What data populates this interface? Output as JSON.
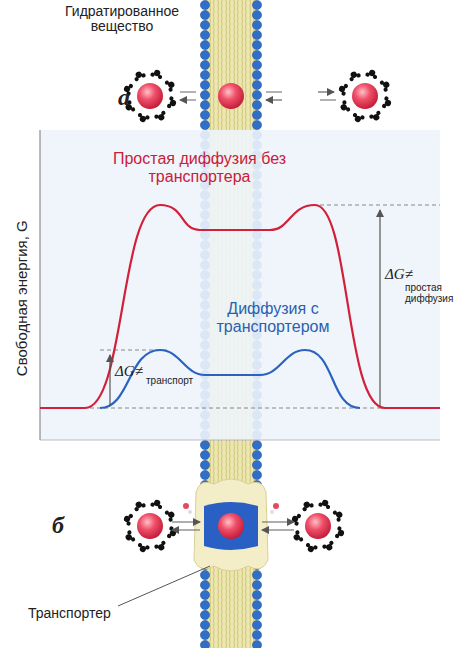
{
  "diagram": {
    "labels": [
      "Гидратированное вещество",
      "а",
      "Свободная энергия, G",
      "Простая диффузия без транспортера",
      "Диффузия с транспортером",
      "ΔG≠",
      "транспорт",
      "ΔG≠",
      "простая диффузия",
      "б",
      "Транспортер"
    ]
  }
}
